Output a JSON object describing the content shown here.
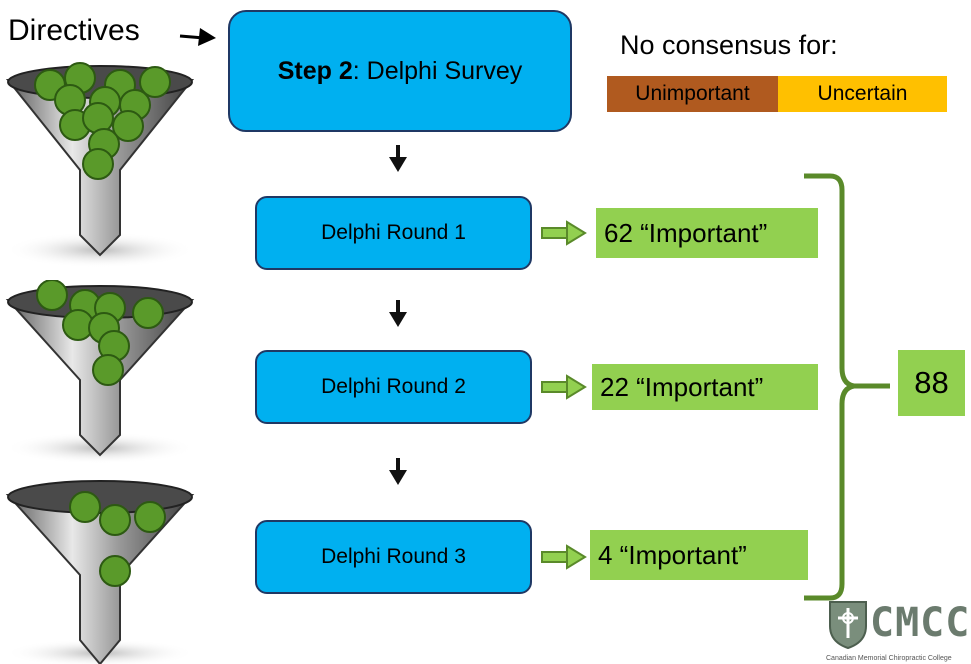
{
  "directives_label": "Directives",
  "step": {
    "bold": "Step 2",
    "rest": ": Delphi Survey"
  },
  "no_consensus": {
    "title": "No consensus for:",
    "unimportant": "Unimportant",
    "uncertain": "Uncertain",
    "colors": {
      "unimportant": "#b05a1f",
      "uncertain": "#ffc000"
    }
  },
  "rounds": [
    {
      "label": "Delphi Round 1",
      "result": "62 “Important”"
    },
    {
      "label": "Delphi Round 2",
      "result": "22 “Important”"
    },
    {
      "label": "Delphi Round 3",
      "result": "4 “Important”"
    }
  ],
  "total": "88",
  "logo": {
    "text": "CMCC",
    "subtitle": "Canadian Memorial Chiropractic College"
  },
  "colors": {
    "box": "#00b0f0",
    "result": "#92d050",
    "bracket": "#5a8a2a",
    "arrow": "#5a8a2a"
  },
  "icons": [
    "funnel-icon",
    "arrow-down-icon",
    "arrow-right-icon",
    "logo-crest-icon"
  ]
}
